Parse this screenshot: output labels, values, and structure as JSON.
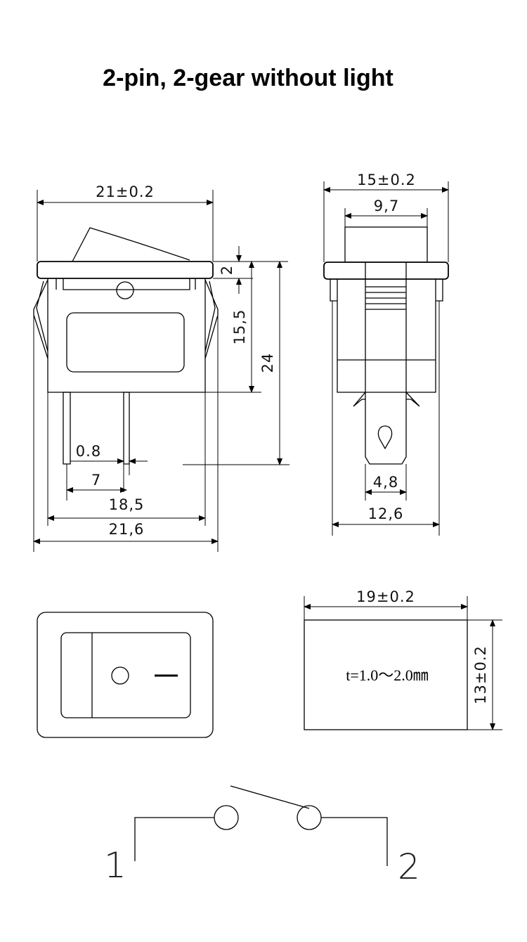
{
  "title": "2-pin, 2-gear without light",
  "front_view": {
    "width_top": "21±0.2",
    "rocker_height": "2",
    "body_height": "15,5",
    "total_height": "24",
    "pin_thickness": "0.8",
    "pin_offset": "7",
    "pin_span": "18,5",
    "base_width": "21,6"
  },
  "side_view": {
    "width_top": "15±0.2",
    "rocker_width": "9,7",
    "terminal_width": "4,8",
    "base_width": "12,6"
  },
  "panel_cutout": {
    "width": "19±0.2",
    "height": "13±0.2",
    "thickness": "t=1.0～2.0㎜"
  },
  "rocker_face": {
    "off_symbol": "O",
    "on_symbol": "—"
  },
  "schematic": {
    "pin1": "1",
    "pin2": "2"
  }
}
